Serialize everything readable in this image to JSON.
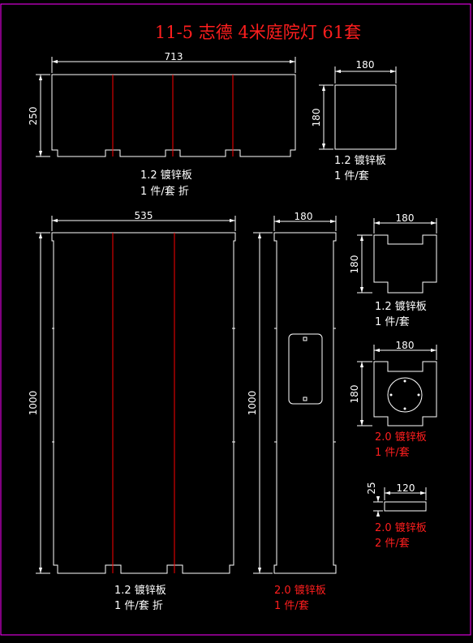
{
  "title": "11-5 志德 4米庭院灯 61套",
  "colors": {
    "background": "#000000",
    "outline": "#ffffff",
    "fold_line": "#ff0000",
    "red_text": "#ff1e1e",
    "frame": "#ff00ff"
  },
  "parts": [
    {
      "dims": [
        "713",
        "250"
      ],
      "material": "1.2 镀锌板",
      "qty": "1 件/套 折"
    },
    {
      "dims": [
        "180",
        "180"
      ],
      "material": "1.2 镀锌板",
      "qty": "1 件/套"
    },
    {
      "dims": [
        "535",
        "1000"
      ],
      "material": "1.2 镀锌板",
      "qty": "1 件/套 折"
    },
    {
      "dims": [
        "180",
        "1000"
      ],
      "material": "2.0 镀锌板",
      "qty": "1 件/套"
    },
    {
      "dims": [
        "180",
        "180"
      ],
      "material": "1.2 镀锌板",
      "qty": "1 件/套"
    },
    {
      "dims": [
        "180",
        "180"
      ],
      "material": "2.0 镀锌板",
      "qty": "1 件/套"
    },
    {
      "dims": [
        "120",
        "25"
      ],
      "material": "2.0 镀锌板",
      "qty": "2 件/套"
    }
  ]
}
